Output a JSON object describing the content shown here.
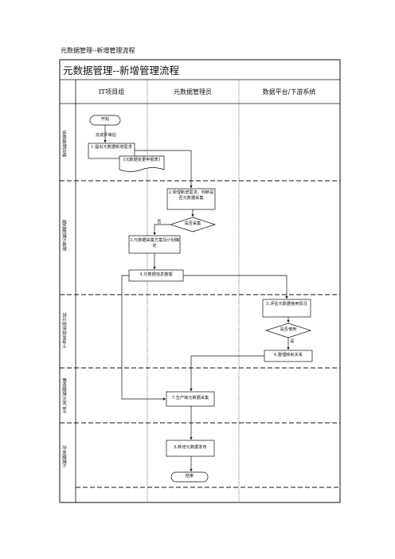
{
  "document_title": "元数据管理--新增管理流程",
  "table_title": "元数据管理--新增管理流程",
  "columns": [
    "IT项目组",
    "元数据管理员",
    "数据平台/下游系统"
  ],
  "lanes": [
    "提出新增需求",
    "新增元数据受理",
    "下游系统影响分析",
    "生产库元数据采集",
    "元数据发布"
  ],
  "nodes": {
    "start": "开始",
    "eval_done": "完成评审后",
    "step1": "1.提出元数据新增需求",
    "doc1": "《元数据变更申报表》",
    "step2": "2.受理新增需求，判断是否元数据采集",
    "decision1": "是否采集",
    "branch_no": "否",
    "step3": "3.元数据采集方案及计划确定",
    "step4": "4.元数据信息整理",
    "step5": "5.评估元数据使用情况",
    "decision2": "是否使用",
    "branch_yes": "是",
    "step6": "6.整理映射关系",
    "step7": "7.生产库元数据采集",
    "step8": "8.新增元数据发布",
    "end": "结束"
  }
}
